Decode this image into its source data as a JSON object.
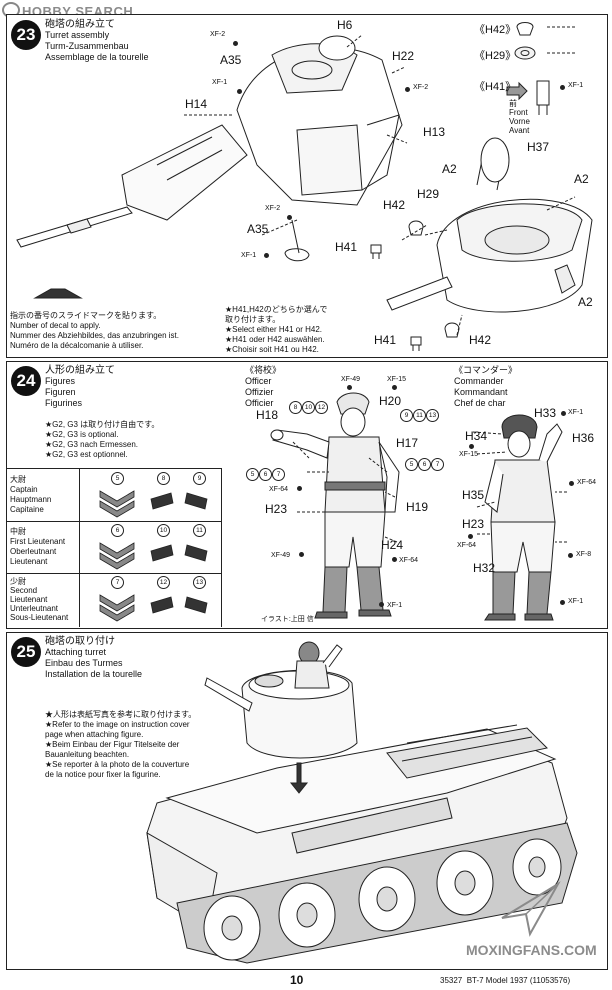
{
  "watermark": {
    "top": "HOBBY SEARCH",
    "bottom": "MOXINGFANS.COM"
  },
  "step23": {
    "number": "23",
    "title": [
      "砲塔の組み立て",
      "Turret assembly",
      "Turm-Zusammenbau",
      "Assemblage de la tourelle"
    ],
    "decal_note": [
      "指示の番号のスライドマークを貼ります。",
      "Number of decal to apply.",
      "Nummer des Abziehbildes, das anzubringen ist.",
      "Numéro de la décalcomanie à utiliser."
    ],
    "choice_note": [
      "★H41,H42のどちらか選んで",
      "取り付けます。",
      "★Select either H41 or H42.",
      "★H41 oder H42 auswählen.",
      "★Choisir soit H41 ou H42."
    ],
    "parts": {
      "h6": "H6",
      "h22": "H22",
      "h14": "H14",
      "h13": "H13",
      "a35": "A35",
      "a35b": "A35",
      "h37": "H37",
      "a2a": "A2",
      "a2b": "A2",
      "a2c": "A2",
      "h29": "H29",
      "h42": "H42",
      "h42b": "H42",
      "h41": "H41",
      "h41b": "H41"
    },
    "paints": {
      "xf2a": "XF-2",
      "xf1a": "XF-1",
      "xf2b": "XF-2",
      "xf2c": "XF-2",
      "xf1b": "XF-1",
      "xf1c": "XF-1"
    },
    "detail": {
      "h42": "《H42》",
      "h29": "《H29》",
      "h41": "《H41》",
      "front": [
        "前",
        "Front",
        "Vorne",
        "Avant"
      ]
    }
  },
  "step24": {
    "number": "24",
    "title": [
      "人形の組み立て",
      "Figures",
      "Figuren",
      "Figurines"
    ],
    "notes": [
      "★G2, G3 は取り付け自由です。",
      "★G2, G3 is optional.",
      "★G2, G3 nach Ermessen.",
      "★G2, G3 est optionnel."
    ],
    "ranks": [
      {
        "lines": [
          "大尉",
          "Captain",
          "Hauptmann",
          "Capitaine"
        ],
        "circle": "5",
        "decals": [
          "8",
          "9"
        ]
      },
      {
        "lines": [
          "中尉",
          "First Lieutenant",
          "Oberleutnant",
          "Lieutenant"
        ],
        "circle": "6",
        "decals": [
          "10",
          "11"
        ]
      },
      {
        "lines": [
          "少尉",
          "Second",
          "Lieutenant",
          "Unterleutnant",
          "Sous-Lieutenant"
        ],
        "circle": "7",
        "decals": [
          "12",
          "13"
        ]
      }
    ],
    "officer": [
      "《将校》",
      "Officer",
      "Offizier",
      "Officier"
    ],
    "commander": [
      "《コマンダー》",
      "Commander",
      "Kommandant",
      "Chef de char"
    ],
    "illustrator": "イラスト:上田 信",
    "parts": {
      "h18": "H18",
      "h20": "H20",
      "h17": "H17",
      "h23": "H23",
      "h19": "H19",
      "h24": "H24",
      "h33": "H33",
      "h34": "H34",
      "h36": "H36",
      "h35": "H35",
      "h23b": "H23",
      "h32": "H32"
    },
    "paints": {
      "xf49a": "XF-49",
      "xf15a": "XF-15",
      "xf64a": "XF-64",
      "xf49b": "XF-49",
      "xf64b": "XF-64",
      "xf1a": "XF-1",
      "xf1b": "XF-1",
      "xf15b": "XF-15",
      "xf64c": "XF-64",
      "xf64d": "XF-64",
      "xf8": "XF-8",
      "xf1c": "XF-1"
    },
    "circles_a": [
      "8",
      "10",
      "12"
    ],
    "circles_b": [
      "9",
      "11",
      "13"
    ],
    "circles_c": [
      "5",
      "6",
      "7"
    ],
    "circles_d": [
      "5",
      "6",
      "7"
    ]
  },
  "step25": {
    "number": "25",
    "title": [
      "砲塔の取り付け",
      "Attaching turret",
      "Einbau des Turmes",
      "Installation de la tourelle"
    ],
    "notes": [
      "★人形は表紙写真を参考に取り付けます。",
      "★Refer to the image on instruction cover",
      "page when attaching figure.",
      "★Beim Einbau der Figur Titelseite der",
      "Bauanleitung beachten.",
      "★Se reporter à la photo de la couverture",
      "de la notice pour fixer la figurine."
    ]
  },
  "footer": {
    "page": "10",
    "code": "35327  BT-7 Model 1937 (11053576)"
  }
}
